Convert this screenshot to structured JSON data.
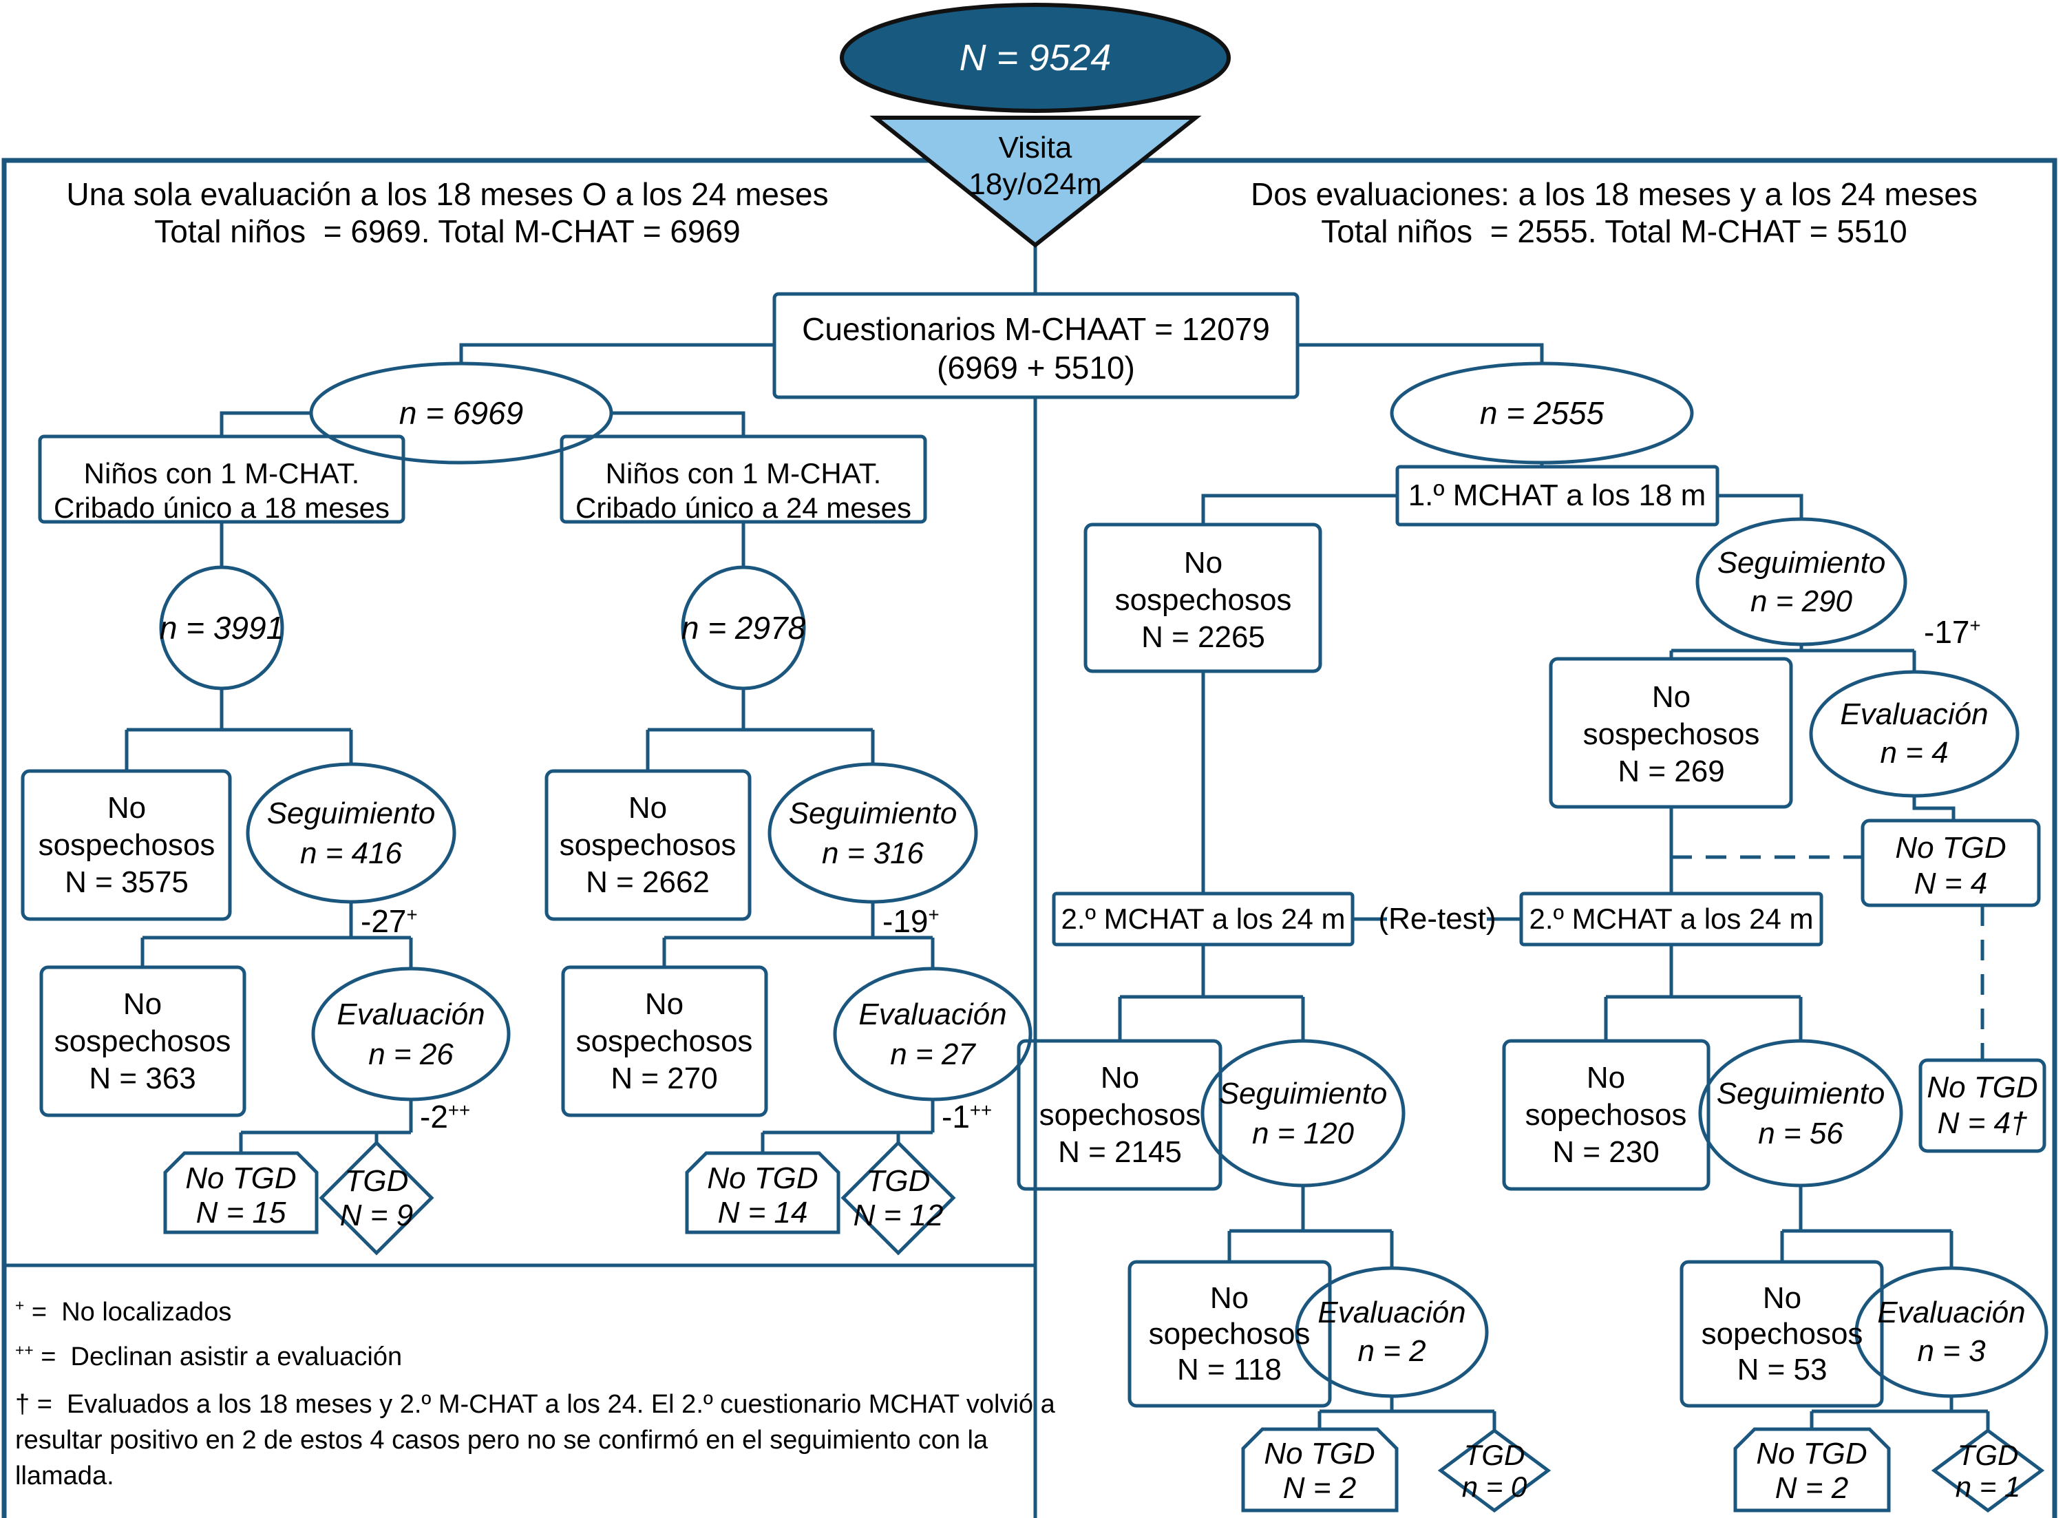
{
  "colors": {
    "line": "#1a567e",
    "node_fill": "#17597f",
    "triangle_fill": "#8fc7ea",
    "text": "#000000"
  },
  "nodes": {
    "start": "N = 9524",
    "visita1": "Visita",
    "visita2": "18y/o24m",
    "header_left1": "Una sola evaluación a los 18 meses O a los 24 meses",
    "header_left2": "Total niños  = 6969. Total M-CHAT = 6969",
    "header_right1": "Dos evaluaciones: a los 18 meses y a los 24 meses",
    "header_right2": "Total niños  = 2555. Total M-CHAT = 5510",
    "root1": "Cuestionarios M-CHAAT = 12079",
    "root2": "(6969 + 5510)",
    "n6969": "n = 6969",
    "ninos18a": "Niños con 1 M-CHAT.",
    "ninos18b": "Cribado único a 18 meses",
    "ninos24a": "Niños con 1 M-CHAT.",
    "ninos24b": "Cribado único a 24 meses",
    "n3991": "n = 3991",
    "n2978": "n = 2978",
    "nos3575a": "No",
    "nos3575b": "sospechosos",
    "nos3575c": "N = 3575",
    "seg416a": "Seguimiento",
    "seg416b": "n = 416",
    "nos2662a": "No",
    "nos2662b": "sospechosos",
    "nos2662c": "N = 2662",
    "seg316a": "Seguimiento",
    "seg316b": "n = 316",
    "nos363a": "No",
    "nos363b": "sospechosos",
    "nos363c": "N = 363",
    "eval26a": "Evaluación",
    "eval26b": "n = 26",
    "nos270a": "No",
    "nos270b": "sospechosos",
    "nos270c": "N = 270",
    "eval27a": "Evaluación",
    "eval27b": "n = 27",
    "notgd15a": "No TGD",
    "notgd15b": "N = 15",
    "tgd9a": "TGD",
    "tgd9b": "N = 9",
    "notgd14a": "No TGD",
    "notgd14b": "N = 14",
    "tgd12a": "TGD",
    "tgd12b": "N = 12",
    "n2555": "n = 2555",
    "mchat1": "1.º MCHAT a los 18 m",
    "nos2265a": "No",
    "nos2265b": "sospechosos",
    "nos2265c": "N = 2265",
    "seg290a": "Seguimiento",
    "seg290b": "n = 290",
    "nos269a": "No",
    "nos269b": "sospechosos",
    "nos269c": "N = 269",
    "eval4a": "Evaluación",
    "eval4b": "n = 4",
    "notgd4a": "No TGD",
    "notgd4b": "N = 4",
    "mchat24L": "2.º MCHAT a los 24 m",
    "retest": "(Re-test)",
    "mchat24R": "2.º MCHAT a los 24 m",
    "nos2145a": "No",
    "nos2145b": "sopechosos",
    "nos2145c": "N = 2145",
    "seg120a": "Seguimiento",
    "seg120b": "n = 120",
    "nos230a": "No",
    "nos230b": "sopechosos",
    "nos230c": "N = 230",
    "seg56a": "Seguimiento",
    "seg56b": "n = 56",
    "notgd4da": "No TGD",
    "notgd4db": "N = 4†",
    "nos118a": "No",
    "nos118b": "sopechosos",
    "nos118c": "N = 118",
    "eval2a": "Evaluación",
    "eval2b": "n = 2",
    "nos53a": "No",
    "nos53b": "sopechosos",
    "nos53c": "N = 53",
    "eval3a": "Evaluación",
    "eval3b": "n = 3",
    "notgd2aa": "No TGD",
    "notgd2ab": "N = 2",
    "tgd0a": "TGD",
    "tgd0b": "n = 0",
    "notgd2ba": "No TGD",
    "notgd2bb": "N = 2",
    "tgd1a": "TGD",
    "tgd1b": "n = 1"
  },
  "labels": {
    "m27b": "-27",
    "m27s": "+",
    "m19b": "-19",
    "m19s": "+",
    "m2b": "-2",
    "m2s": "++",
    "m1b": "-1",
    "m1s": "++",
    "m17b": "-17",
    "m17s": "+"
  },
  "footnotes": {
    "f1sup": "+",
    "f1": " =  No localizados",
    "f2sup": "++",
    "f2": " =  Declinan asistir a evaluación",
    "f3": "† =  Evaluados a los 18 meses y 2.º M-CHAT a los 24. El 2.º cuestionario MCHAT volvió a",
    "f4": "resultar positivo en 2 de estos 4 casos pero no se confirmó en el seguimiento con la",
    "f5": "llamada."
  }
}
